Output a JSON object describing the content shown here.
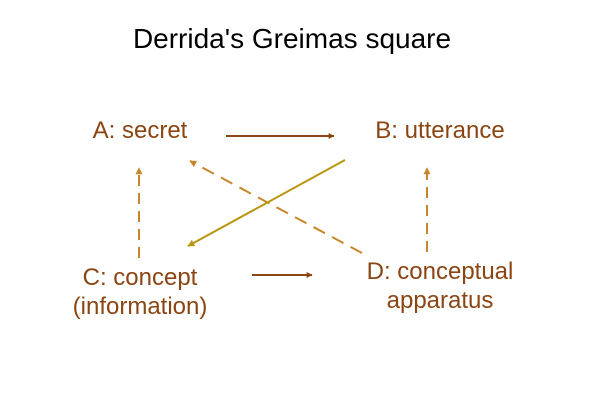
{
  "title": "Derrida's Greimas square",
  "colors": {
    "node_text": "#8b4513",
    "arrow_brown": "#8b4513",
    "arrow_orange": "#c8862a",
    "arrow_gold": "#b8960f"
  },
  "nodes": {
    "a": {
      "lines": [
        "A: secret"
      ]
    },
    "b": {
      "lines": [
        "B: utterance"
      ]
    },
    "c": {
      "lines": [
        "C: concept",
        "(information)"
      ]
    },
    "d": {
      "lines": [
        "D: conceptual",
        "apparatus"
      ]
    }
  }
}
